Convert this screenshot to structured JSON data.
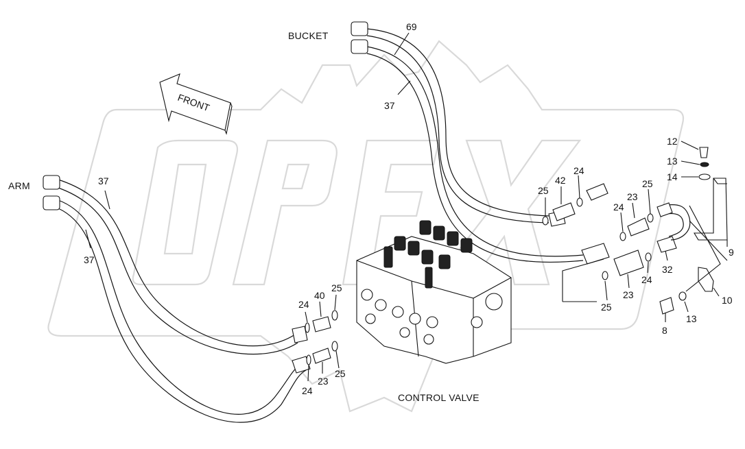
{
  "labels": {
    "bucket": "BUCKET",
    "arm": "ARM",
    "control_valve": "CONTROL VALVE",
    "front": "FRONT"
  },
  "callouts": {
    "c69": "69",
    "c37_top": "37",
    "c37_left_a": "37",
    "c37_left_b": "37",
    "c24_l1": "24",
    "c40": "40",
    "c25_l1": "25",
    "c23_l": "23",
    "c25_l2": "25",
    "c24_l2": "24",
    "c25_m1": "25",
    "c42": "42",
    "c24_m1": "24",
    "c25_m2": "25",
    "c23_m1": "23",
    "c24_m2": "24",
    "c24_m3": "24",
    "c23_m2": "23",
    "c25_m3": "25",
    "c32": "32",
    "c12": "12",
    "c13_a": "13",
    "c14": "14",
    "c9": "9",
    "c10": "10",
    "c13_b": "13",
    "c8": "8"
  },
  "watermark": {
    "text": "OPEX"
  }
}
